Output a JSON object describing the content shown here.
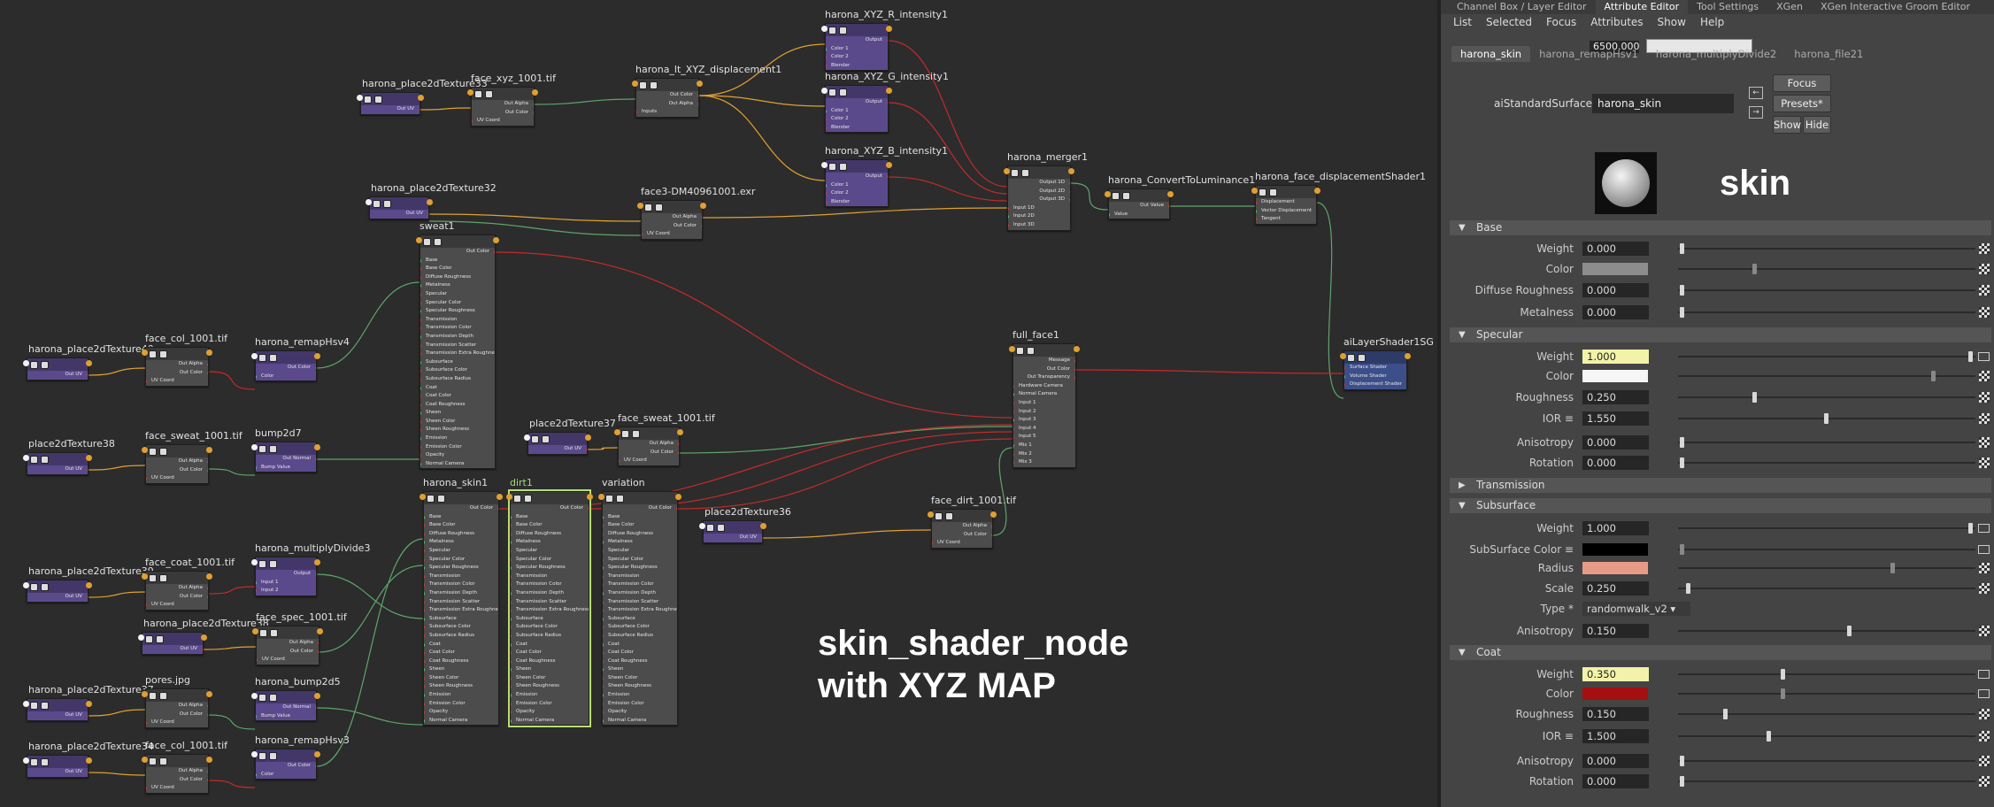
{
  "graph": {
    "overlay_line1": "skin_shader_node",
    "overlay_line2": "with XYZ MAP",
    "nodes": {
      "p33": "harona_place2dTexture33",
      "fxyz": "face_xyz_1001.tif",
      "ltxyz": "harona_lt_XYZ_displacement1",
      "xyzr": "harona_XYZ_R_intensity1",
      "xyzg": "harona_XYZ_G_intensity1",
      "xyzb": "harona_XYZ_B_intensity1",
      "merger": "harona_merger1",
      "lum": "harona_ConvertToLuminance1",
      "disp": "harona_face_displacementShader1",
      "p32": "harona_place2dTexture32",
      "face3": "face3-DM40961001.exr",
      "sweat1": "sweat1",
      "p40": "harona_place2dTexture40",
      "fcol": "face_col_1001.tif",
      "remap4": "harona_remapHsv4",
      "p38a": "place2dTexture38",
      "fsweat": "face_sweat_1001.tif",
      "bump7": "bump2d7",
      "p37b": "place2dTexture37",
      "fsweat2": "face_sweat_1001.tif",
      "full": "full_face1",
      "sg": "aiLayerShader1SG",
      "skin1": "harona_skin1",
      "dirt1": "dirt1",
      "variation": "variation",
      "p36": "place2dTexture36",
      "fdirt": "face_dirt_1001.tif",
      "p39": "harona_place2dTexture39",
      "fcoat": "face_coat_1001.tif",
      "mult3": "harona_multiplyDivide3",
      "p38b": "harona_place2dTexture38",
      "fspec": "face_spec_1001.tif",
      "p37c": "harona_place2dTexture37",
      "pores": "pores.jpg",
      "bump5": "harona_bump2d5",
      "p34": "harona_place2dTexture34",
      "fcol2": "face_col_1001.tif",
      "remap3": "harona_remapHsv3"
    },
    "ports": {
      "place_out": [
        "Out UV"
      ],
      "file": [
        "Out Alpha",
        "Out Color",
        "UV Coord"
      ],
      "remap": [
        "Out Color",
        "Color"
      ],
      "bump": [
        "Out Normal",
        "Bump Value"
      ],
      "intensity": [
        "Output",
        "Color 1",
        "Color 2",
        "Blender"
      ],
      "merger": [
        "Output 1D",
        "Output 2D",
        "Output 3D",
        "Input 1D",
        "Input 2D",
        "Input 3D"
      ],
      "lum": [
        "Out Value",
        "Value"
      ],
      "disp": [
        "Displacement",
        "Vector Displacement",
        "Tangent"
      ],
      "lt": [
        "Out Color",
        "Out Alpha",
        "Inputs"
      ],
      "mult": [
        "Output",
        "Input 1",
        "Input 2"
      ],
      "layer": [
        "Message",
        "Out Color",
        "Out Transparency",
        "Hardware Camera",
        "Normal Camera",
        "Input 1",
        "Input 2",
        "Input 3",
        "Input 4",
        "Input 5",
        "Mix 1",
        "Mix 2",
        "Mix 3"
      ],
      "sg": [
        "Surface Shader",
        "Volume Shader",
        "Displacement Shader"
      ],
      "shader": [
        "Out Color",
        "Base",
        "Base Color",
        "Diffuse Roughness",
        "Metalness",
        "Specular",
        "Specular Color",
        "Specular Roughness",
        "Transmission",
        "Transmission Color",
        "Transmission Depth",
        "Transmission Scatter",
        "Transmission Extra Roughness",
        "Subsurface",
        "Subsurface Color",
        "Subsurface Radius",
        "Coat",
        "Coat Color",
        "Coat Roughness",
        "Sheen",
        "Sheen Color",
        "Sheen Roughness",
        "Emission",
        "Emission Color",
        "Opacity",
        "Normal Camera"
      ]
    }
  },
  "window_tabs": [
    "Channel Box / Layer Editor",
    "Attribute Editor",
    "Tool Settings",
    "XGen",
    "XGen Interactive Groom Editor"
  ],
  "menu": [
    "List",
    "Selected",
    "Focus",
    "Attributes",
    "Show",
    "Help"
  ],
  "ae_header_value": "6500.000",
  "node_tabs": [
    "harona_skin",
    "harona_remapHsv1",
    "harona_multiplyDivide2",
    "harona_file21"
  ],
  "type_label": "aiStandardSurface:",
  "type_value": "harona_skin",
  "buttons": {
    "focus": "Focus",
    "presets": "Presets*",
    "show": "Show",
    "hide": "Hide"
  },
  "swatch_title": "skin",
  "sections": {
    "base": "Base",
    "specular": "Specular",
    "transmission": "Transmission",
    "subsurface": "Subsurface",
    "coat": "Coat"
  },
  "attrs": {
    "base_weight": {
      "label": "Weight",
      "value": "0.000",
      "slider": 0.0
    },
    "base_color": {
      "label": "Color",
      "color": "#8d8d8d",
      "slider": 0.25
    },
    "base_diffuse": {
      "label": "Diffuse Roughness",
      "value": "0.000",
      "slider": 0.0
    },
    "base_metal": {
      "label": "Metalness",
      "value": "0.000",
      "slider": 0.0
    },
    "spec_weight": {
      "label": "Weight",
      "value": "1.000",
      "slider": 1.0
    },
    "spec_color": {
      "label": "Color",
      "color": "#f6f6f6",
      "slider": 0.87
    },
    "spec_rough": {
      "label": "Roughness",
      "value": "0.250",
      "slider": 0.25
    },
    "spec_ior": {
      "label": "IOR ≡",
      "value": "1.550",
      "slider": 0.5
    },
    "spec_aniso": {
      "label": "Anisotropy",
      "value": "0.000",
      "slider": 0.0
    },
    "spec_rot": {
      "label": "Rotation",
      "value": "0.000",
      "slider": 0.0
    },
    "sss_weight": {
      "label": "Weight",
      "value": "1.000",
      "slider": 1.0
    },
    "sss_color": {
      "label": "SubSurface Color ≡",
      "color": "#000000",
      "slider": 0.0
    },
    "sss_radius": {
      "label": "Radius",
      "color": "#e89a88",
      "slider": 0.73
    },
    "sss_scale": {
      "label": "Scale",
      "value": "0.250",
      "slider": 0.02
    },
    "sss_type": {
      "label": "Type *",
      "value": "randomwalk_v2"
    },
    "sss_aniso": {
      "label": "Anisotropy",
      "value": "0.150",
      "slider": 0.58
    },
    "coat_weight": {
      "label": "Weight",
      "value": "0.350",
      "slider": 0.35
    },
    "coat_color": {
      "label": "Color",
      "color": "#a60f0f",
      "slider": 0.35
    },
    "coat_rough": {
      "label": "Roughness",
      "value": "0.150",
      "slider": 0.15
    },
    "coat_ior": {
      "label": "IOR ≡",
      "value": "1.500",
      "slider": 0.3
    },
    "coat_aniso": {
      "label": "Anisotropy",
      "value": "0.000",
      "slider": 0.0
    },
    "coat_rot": {
      "label": "Rotation",
      "value": "0.000",
      "slider": 0.0
    }
  },
  "colors": {
    "graph_bg": "#2c2c2c",
    "place_node": "#5a4a8c",
    "wire_red": "#c62a2a",
    "wire_orange": "#e0a030",
    "wire_green": "#5ea56a",
    "highlight": "#f2f2a8"
  }
}
